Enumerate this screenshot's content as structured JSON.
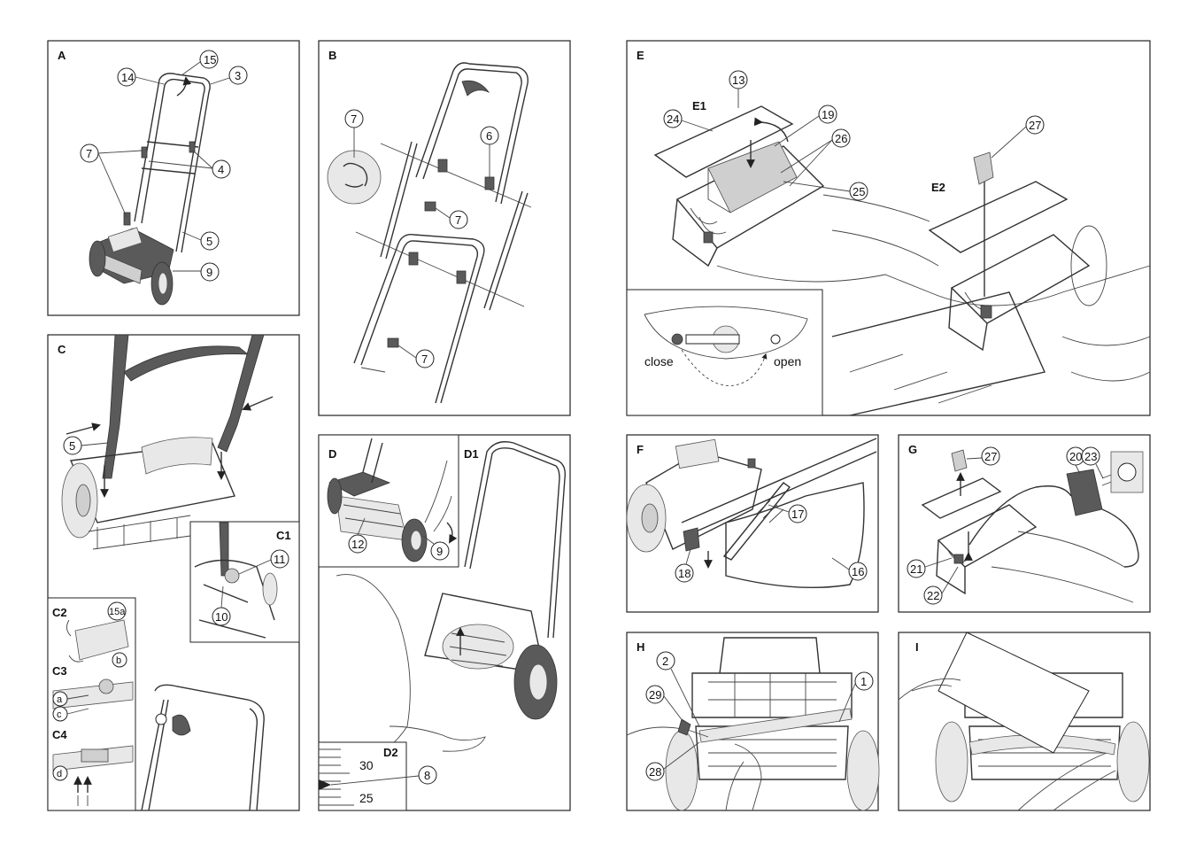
{
  "panels": {
    "A": {
      "label": "A",
      "callouts": [
        "14",
        "15",
        "3",
        "7",
        "4",
        "5",
        "9"
      ]
    },
    "B": {
      "label": "B",
      "callouts": [
        "7",
        "6",
        "7",
        "7"
      ]
    },
    "C": {
      "label": "C",
      "callouts": [
        "5"
      ],
      "c1": {
        "label": "C1",
        "callouts": [
          "11",
          "10"
        ]
      },
      "c2": {
        "label": "C2",
        "callouts": [
          "15a",
          "b"
        ]
      },
      "c3": {
        "label": "C3",
        "callouts": [
          "a",
          "c"
        ]
      },
      "c4": {
        "label": "C4",
        "callouts": [
          "d"
        ]
      }
    },
    "D": {
      "label": "D",
      "d1": "D1",
      "callouts": [
        "12",
        "9"
      ],
      "d2": {
        "label": "D2",
        "scale_top": "30",
        "scale_bottom": "25",
        "callout": "8"
      }
    },
    "E": {
      "label": "E",
      "e1": "E1",
      "e2": "E2",
      "callouts": [
        "13",
        "24",
        "19",
        "26",
        "25",
        "27"
      ],
      "close": "close",
      "open": "open"
    },
    "F": {
      "label": "F",
      "callouts": [
        "17",
        "18",
        "16"
      ]
    },
    "G": {
      "label": "G",
      "callouts": [
        "27",
        "20",
        "23",
        "21",
        "22"
      ]
    },
    "H": {
      "label": "H",
      "callouts": [
        "2",
        "1",
        "29",
        "28"
      ]
    },
    "I": {
      "label": "I"
    }
  },
  "colors": {
    "frame": "#222222",
    "dark_part": "#5a5a5a",
    "paper": "#ffffff"
  }
}
